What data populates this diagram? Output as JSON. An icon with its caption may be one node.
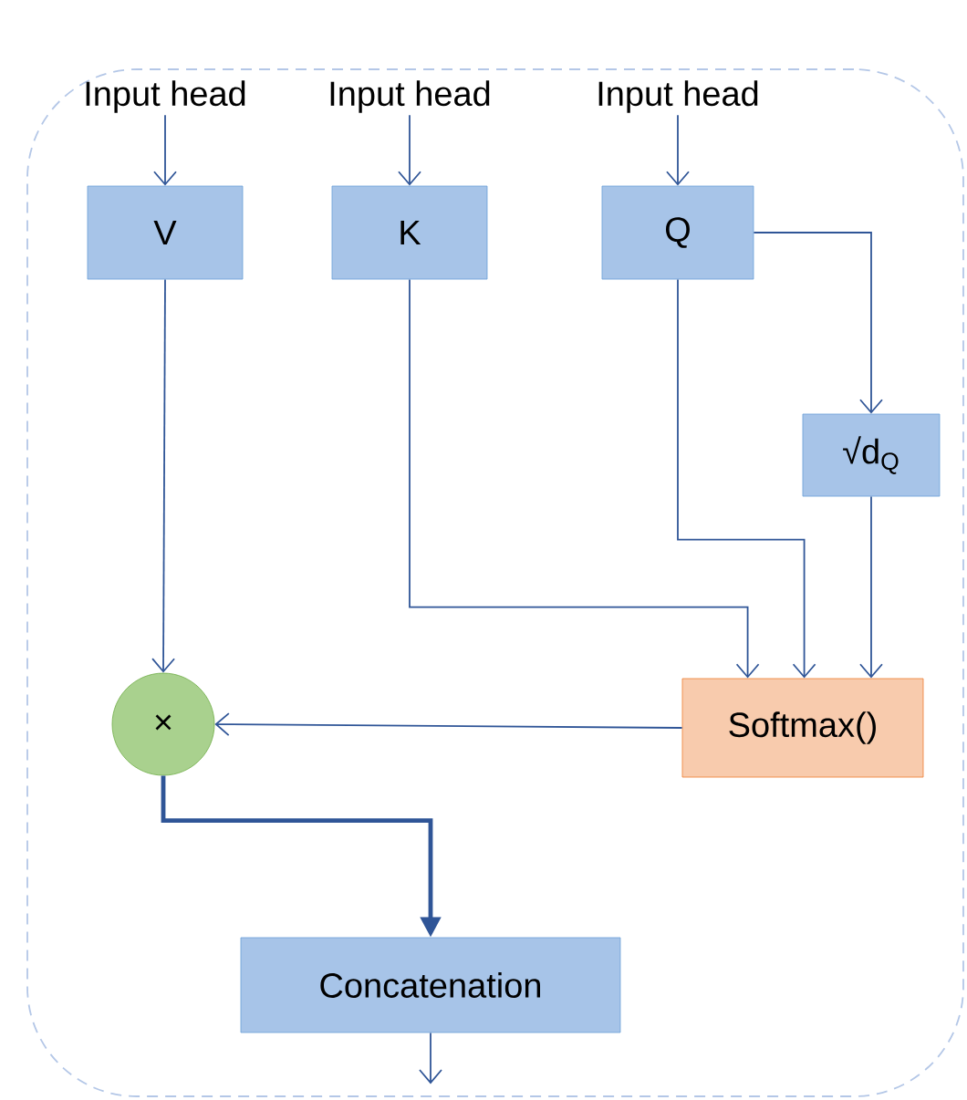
{
  "diagram": {
    "nodes": [
      {
        "text": [],
        "shape": "box"
      },
      {
        "text": [
          "Input head"
        ],
        "in": 0
      },
      {
        "text": [
          "Input head"
        ],
        "in": 0
      },
      {
        "text": [
          "Input head"
        ],
        "in": 0
      },
      {
        "text": [
          "V"
        ],
        "in": 0
      },
      {
        "text": [
          "K"
        ],
        "in": 0
      },
      {
        "text": [
          "Q"
        ],
        "in": 0
      },
      {
        "text": [
          "√d$_{Q}$"
        ],
        "in": 0
      },
      {
        "text": [
          "Softmax()"
        ],
        "in": 0
      },
      {
        "text": [
          "×"
        ],
        "in": 0
      },
      {
        "text": [
          "Concatenation"
        ],
        "in": 0
      }
    ],
    "edges": [
      {
        "from": 1,
        "to": 4,
        "arrow": "to"
      },
      {
        "from": 2,
        "to": 5,
        "arrow": "to"
      },
      {
        "from": 3,
        "to": 6,
        "arrow": "to"
      },
      {
        "from": 6,
        "to": 7,
        "arrow": "to"
      },
      {
        "from": 4,
        "to": 9,
        "arrow": "to"
      },
      {
        "from": 5,
        "to": 8,
        "arrow": "to"
      },
      {
        "from": 6,
        "to": 8,
        "arrow": "to"
      },
      {
        "from": 7,
        "to": 8,
        "arrow": "to"
      },
      {
        "from": 8,
        "to": 9,
        "arrow": "to"
      },
      {
        "from": 9,
        "to": 10,
        "arrow": "to",
        "style": "thick"
      },
      {
        "from": 10,
        "to": null,
        "arrow": "to"
      }
    ]
  }
}
